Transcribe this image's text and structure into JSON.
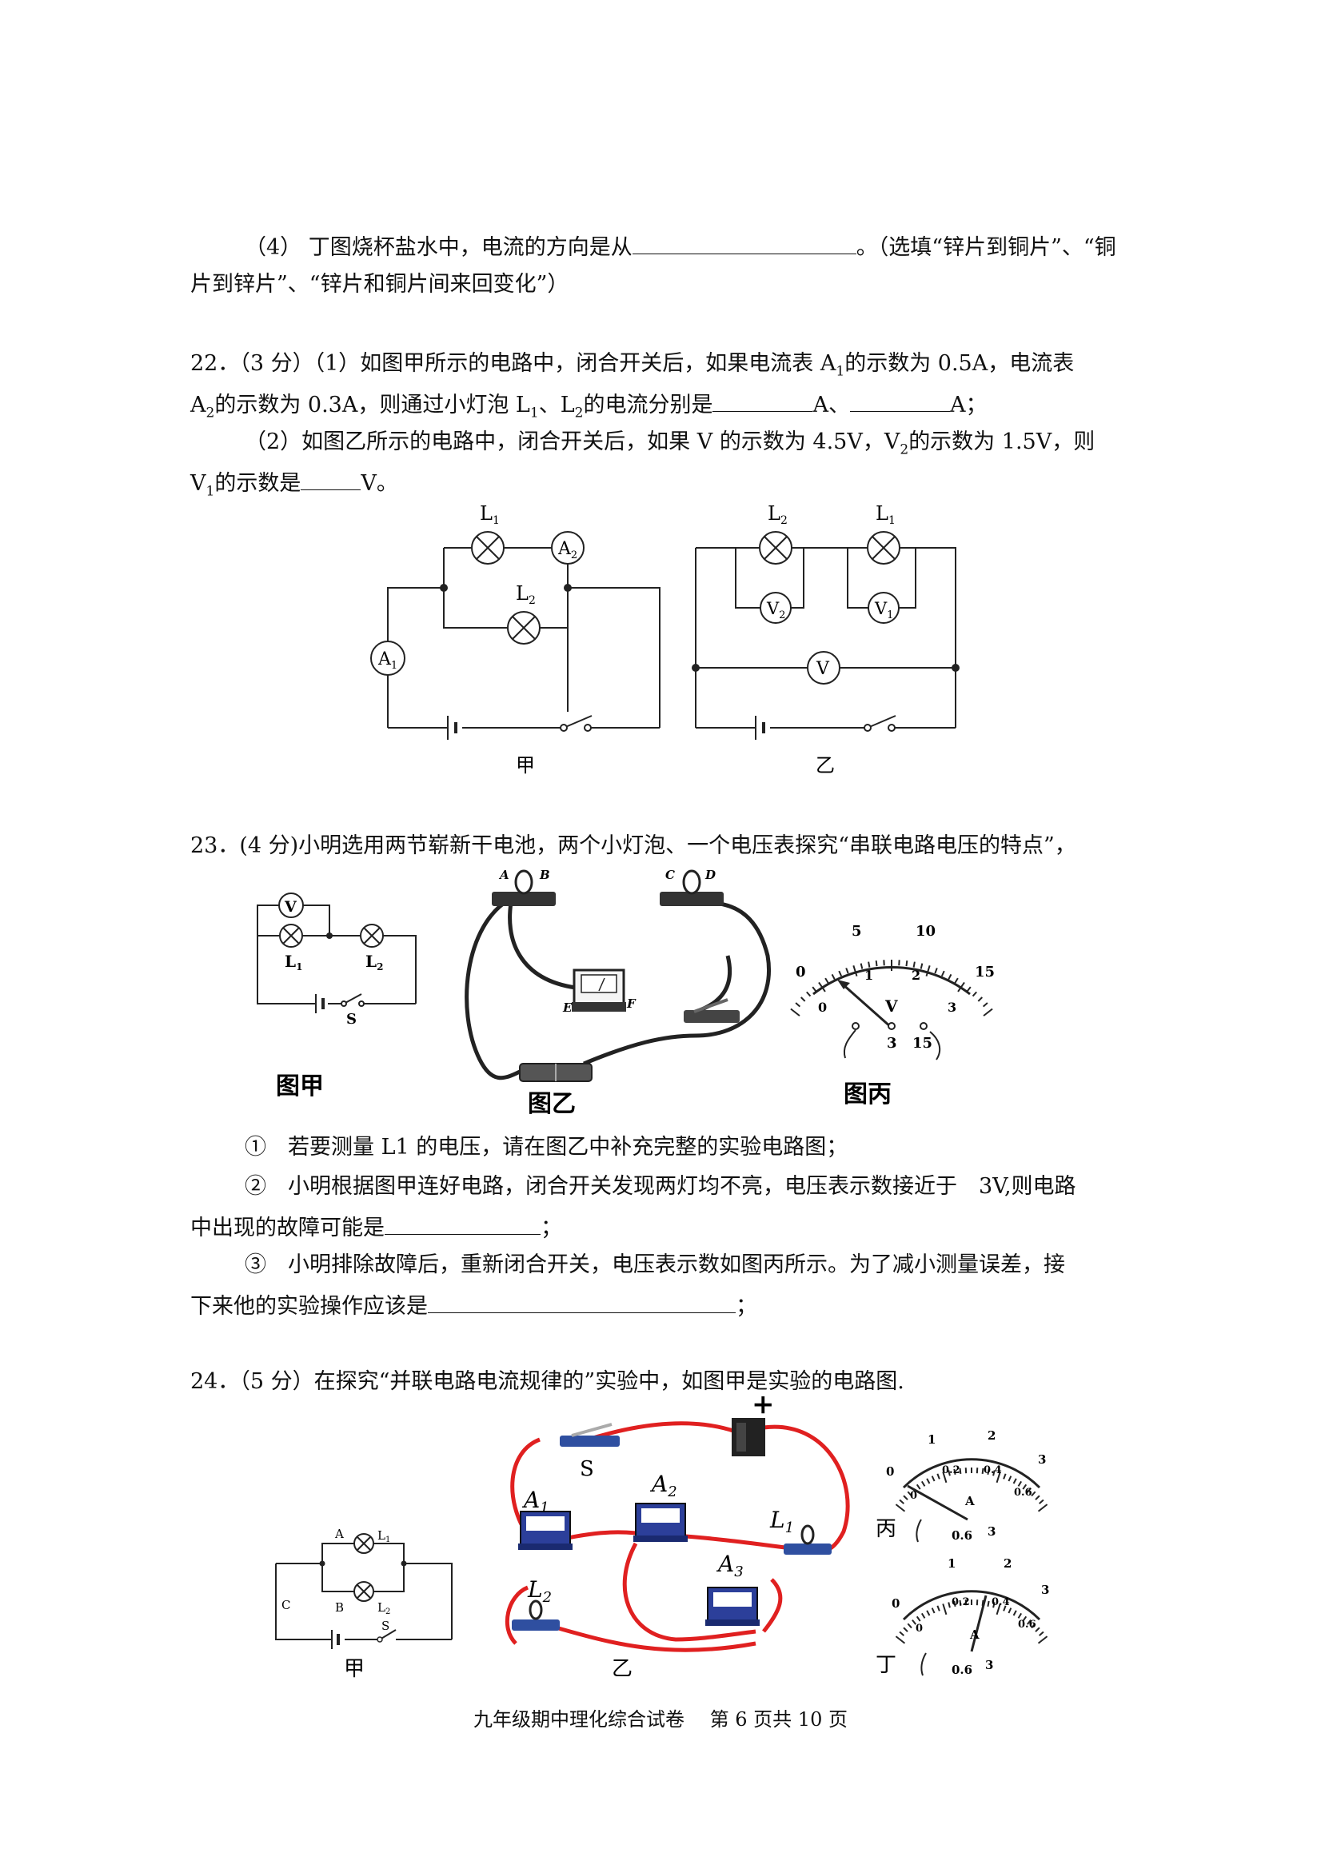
{
  "q21": {
    "part4_a": "（4） 丁图烧杯盐水中，电流的方向是从",
    "part4_b": "。（选填“锌片到铜片”、“铜",
    "part4_c": "片到锌片”、“锌片和铜片间来回变化”）"
  },
  "q22": {
    "l1a": "22．（3 分）（1）如图甲所示的电路中，闭合开关后，如果电流表 A",
    "l1_sub": "1",
    "l1b": "的示数为 0.5A，电流表",
    "l2a": "A",
    "l2_sub": "2",
    "l2b": "的示数为 0.3A，则通过小灯泡 L",
    "l2_sub2": "1",
    "l2c": "、L",
    "l2_sub3": "2",
    "l2d": "的电流分别是",
    "l2e": "A、",
    "l2f": "A；",
    "l3a": "（2）如图乙所示的电路中，闭合开关后，如果 V 的示数为 4.5V，V",
    "l3_sub": "2",
    "l3b": "的示数为 1.5V，则",
    "l4a": "V",
    "l4_sub": "1",
    "l4b": "的示数是",
    "l4c": "V。",
    "fig_jia": {
      "caption": "甲",
      "L1": "L",
      "L1s": "1",
      "A2": "A",
      "A2s": "2",
      "L2": "L",
      "L2s": "2",
      "A1": "A",
      "A1s": "1"
    },
    "fig_yi": {
      "caption": "乙",
      "L2": "L",
      "L2s": "2",
      "L1": "L",
      "L1s": "1",
      "V2": "V",
      "V2s": "2",
      "V1": "V",
      "V1s": "1",
      "V": "V"
    }
  },
  "q23": {
    "l1": "23．(4 分)小明选用两节崭新干电池，两个小灯泡、一个电压表探究“串联电路电压的特点”，",
    "fig_jia": {
      "caption": "图甲",
      "V": "V",
      "L1": "L",
      "L1s": "1",
      "L2": "L",
      "L2s": "2",
      "S": "S"
    },
    "fig_yi": {
      "caption": "图乙",
      "A": "A",
      "B": "B",
      "C": "C",
      "D": "D",
      "E": "E",
      "F": "F"
    },
    "fig_bing": {
      "caption": "图丙",
      "outer_ticks": [
        "0",
        "5",
        "10",
        "15"
      ],
      "inner_ticks": [
        "0",
        "1",
        "2",
        "3"
      ],
      "unit": "V",
      "terminals": [
        "-",
        "3",
        "15"
      ]
    },
    "s1_mark": "①",
    "s1": "若要测量 L1 的电压，请在图乙中补充完整的实验电路图；",
    "s2_mark": "②",
    "s2": "小明根据图甲连好电路，闭合开关发现两灯均不亮，电压表示数接近于　3V,则电路",
    "s2b": "中出现的故障可能是",
    "s2c": "；",
    "s3_mark": "③",
    "s3": "小明排除故障后，重新闭合开关，电压表示数如图丙所示。为了减小测量误差，接",
    "s3b": "下来他的实验操作应该是",
    "s3c": "；"
  },
  "q24": {
    "l1": "24．（5 分）在探究“并联电路电流规律的”实验中，如图甲是实验的电路图.",
    "fig_jia": {
      "caption": "甲",
      "A": "A",
      "B": "B",
      "C": "C",
      "L1": "L",
      "L1s": "1",
      "L2": "L",
      "L2s": "2",
      "S": "S"
    },
    "fig_yi": {
      "caption": "乙",
      "S": "S",
      "A1": "A",
      "A1s": "1",
      "A2": "A",
      "A2s": "2",
      "A3": "A",
      "A3s": "3",
      "L1": "L",
      "L1s": "1",
      "L2": "L",
      "L2s": "2",
      "plus": "+"
    },
    "fig_bing": {
      "caption": "丙",
      "outer": [
        "0",
        "1",
        "2",
        "3"
      ],
      "inner": [
        "0",
        "0.2",
        "0.4",
        "0.6"
      ],
      "unit": "A",
      "terminals": [
        "-",
        "0.6",
        "3"
      ]
    },
    "fig_ding": {
      "caption": "丁",
      "outer": [
        "0",
        "1",
        "2",
        "3"
      ],
      "inner": [
        "0",
        "0.2",
        "0.4",
        "0.6"
      ],
      "unit": "A",
      "terminals": [
        "-",
        "0.6",
        "3"
      ]
    }
  },
  "footer": "九年级期中理化综合试卷　 第 6 页共 10 页"
}
